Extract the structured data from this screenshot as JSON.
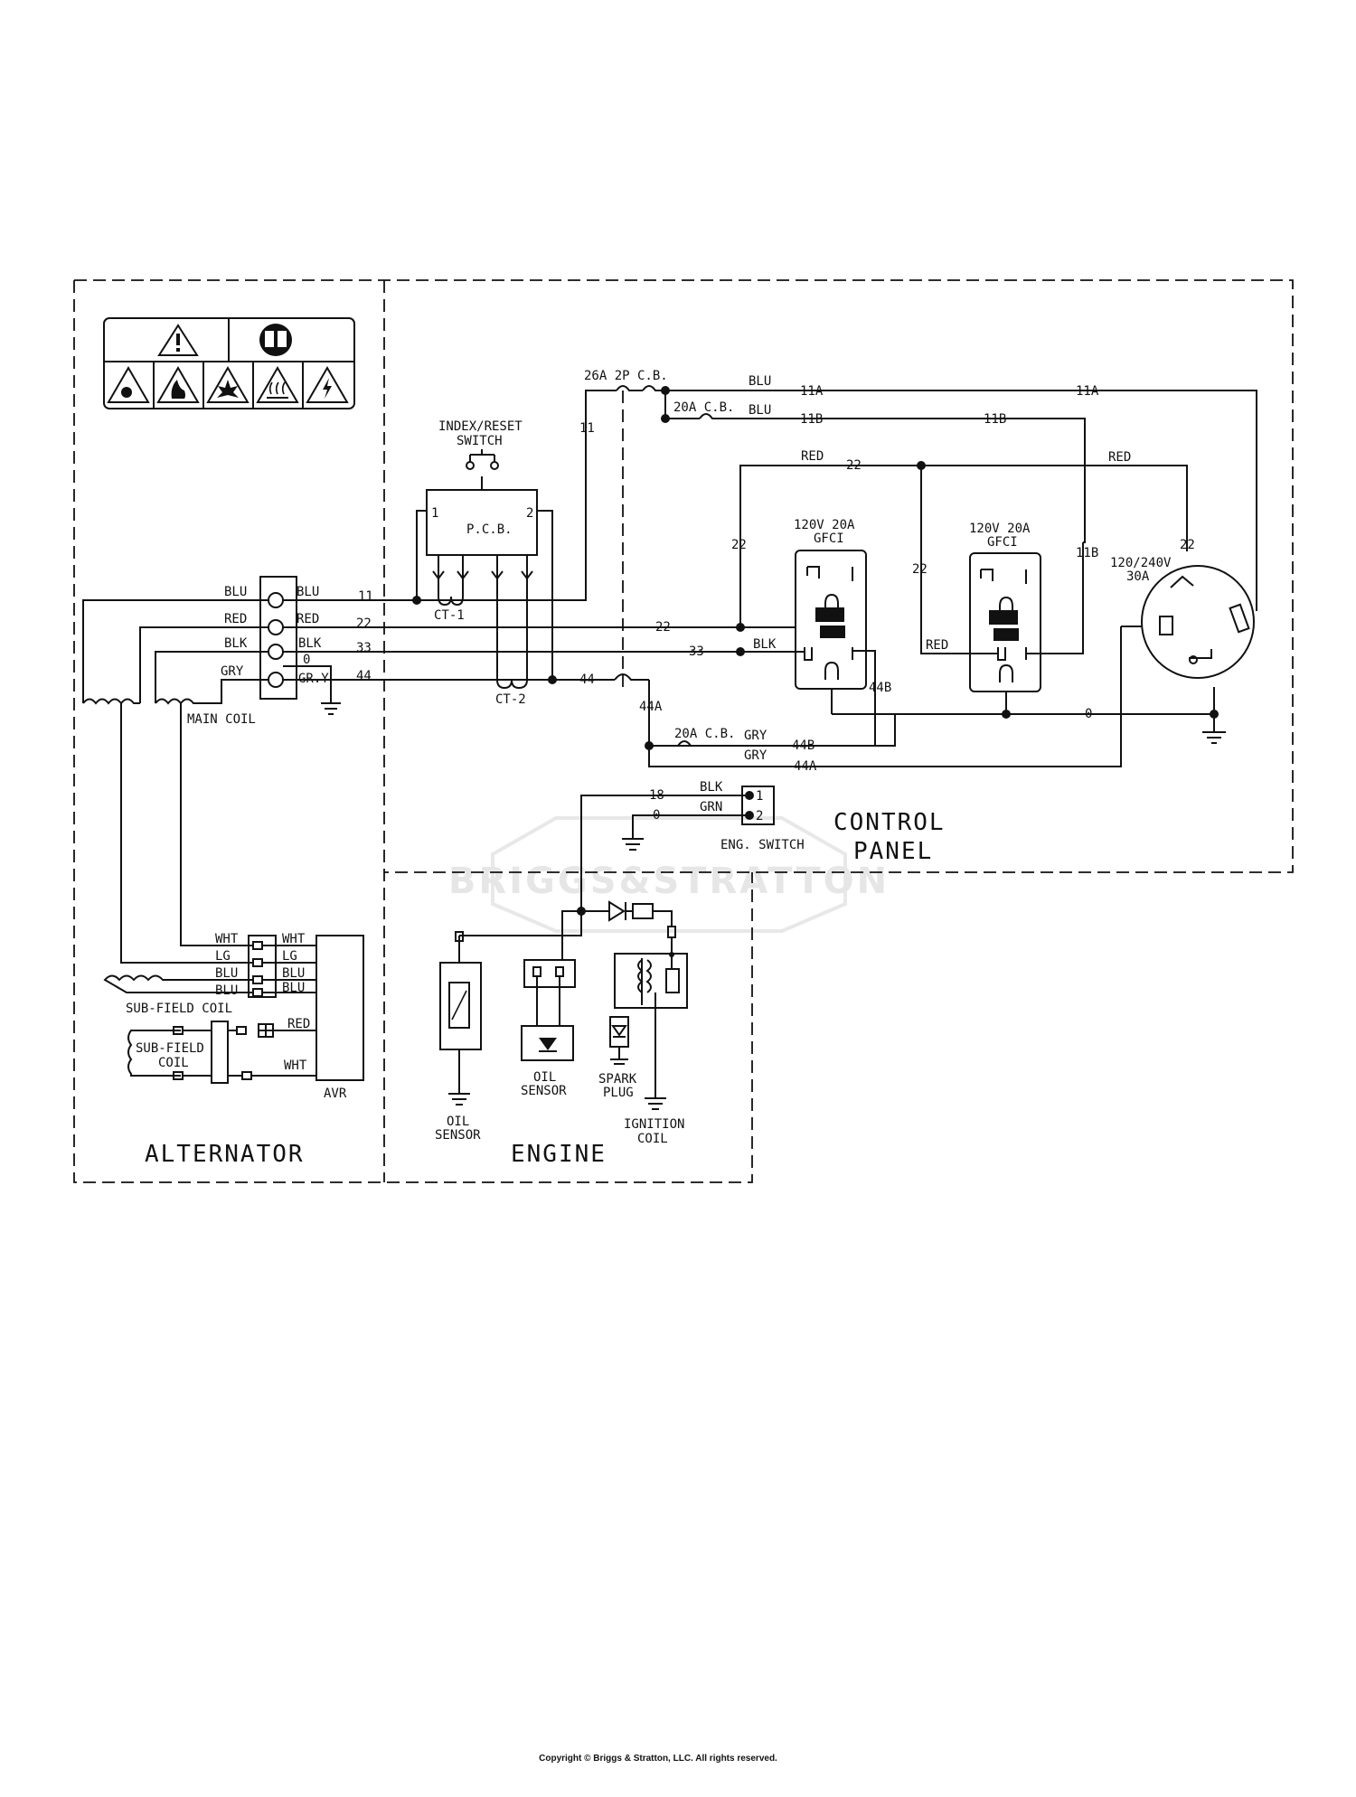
{
  "watermark": "BRIGGS&STRATTON",
  "footer": "Copyright © Briggs & Stratton, LLC. All rights reserved.",
  "sections": {
    "alternator": "ALTERNATOR",
    "engine": "ENGINE",
    "control_panel_1": "CONTROL",
    "control_panel_2": "PANEL"
  },
  "alternator": {
    "terminal_left": [
      "BLU",
      "RED",
      "BLK",
      "GRY"
    ],
    "terminal_right": [
      "BLU",
      "RED",
      "BLK",
      "GR.Y"
    ],
    "terminal_zero": "0",
    "main_coil": "MAIN COIL",
    "avr_left": [
      "WHT",
      "LG",
      "BLU",
      "BLU"
    ],
    "avr_right": [
      "WHT",
      "LG",
      "BLU",
      "BLU"
    ],
    "sub_field_coil": "SUB-FIELD COIL",
    "sub_field_coil_box_1": "SUB-FIELD",
    "sub_field_coil_box_2": "COIL",
    "avr_red": "RED",
    "avr_wht": "WHT",
    "avr": "AVR"
  },
  "control": {
    "index_reset_1": "INDEX/RESET",
    "index_reset_2": "SWITCH",
    "pcb": "P.C.B.",
    "pcb_1": "1",
    "pcb_2": "2",
    "ct1": "CT-1",
    "ct2": "CT-2",
    "cb_26a": "26A 2P C.B.",
    "cb_20a_top": "20A C.B.",
    "cb_20a_bottom": "20A C.B.",
    "wire_11": "11",
    "wire_11_vert": "11",
    "wire_22": "22",
    "wire_33": "33",
    "wire_44": "44",
    "blu_11a": "BLU",
    "blu_11b": "BLU",
    "w11a_1": "11A",
    "w11a_2": "11A",
    "w11b_1": "11B",
    "w11b_2": "11B",
    "w11b_3": "11B",
    "red_top_1": "RED",
    "red_top_2": "RED",
    "w22_top": "22",
    "w22_left": "22",
    "w22_mid": "22",
    "w22_right": "22",
    "w22_line": "22",
    "w33_line": "33",
    "blk_gfci": "BLK",
    "red_gfci2": "RED",
    "w44_line": "44",
    "w44a_1": "44A",
    "w44a_2": "44A",
    "w44b_1": "44B",
    "w44b_2": "44B",
    "gry_1": "GRY",
    "gry_2": "GRY",
    "w0_line": "0",
    "gfci1_1": "120V 20A",
    "gfci1_2": "GFCI",
    "gfci2_1": "120V 20A",
    "gfci2_2": "GFCI",
    "twistlock_1": "120/240V",
    "twistlock_2": "30A",
    "w18": "18",
    "w0_eng": "0",
    "blk_eng": "BLK",
    "grn_eng": "GRN",
    "eng_pin_1": "1",
    "eng_pin_2": "2",
    "eng_switch": "ENG. SWITCH"
  },
  "engine": {
    "oil_sensor_left_1": "OIL",
    "oil_sensor_left_2": "SENSOR",
    "oil_sensor_mid_1": "OIL",
    "oil_sensor_mid_2": "SENSOR",
    "spark_plug_1": "SPARK",
    "spark_plug_2": "PLUG",
    "ignition_coil_1": "IGNITION",
    "ignition_coil_2": "COIL"
  }
}
